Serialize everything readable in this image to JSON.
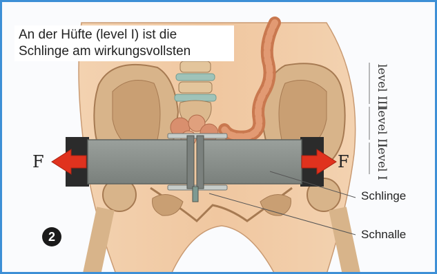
{
  "caption": {
    "line1": "An der Hüfte (level I) ist die",
    "line2": "Schlinge am wirkungsvollsten"
  },
  "labels": {
    "schlinge": "Schlinge",
    "schnalle": "Schnalle",
    "force_left": "F",
    "force_right": "F",
    "figure_number": "2"
  },
  "levels": [
    {
      "text": "level III"
    },
    {
      "text": "level II"
    },
    {
      "text": "level I"
    }
  ],
  "colors": {
    "frame_border": "#3d8fd6",
    "skin": "#e8b487",
    "bone": "#d9b98a",
    "belt": "#8a8f8c",
    "arrow": "#e0321e"
  }
}
